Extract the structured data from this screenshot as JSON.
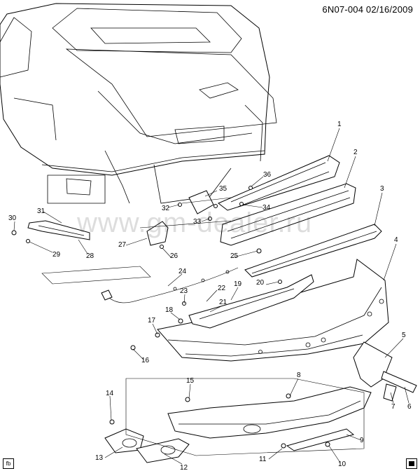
{
  "header": {
    "code": "6N07-004 02/16/2009"
  },
  "watermark": "www.gm-dealer.ru",
  "corner_left_icon": "fb",
  "callouts": [
    "1",
    "2",
    "3",
    "4",
    "5",
    "6",
    "7",
    "8",
    "9",
    "10",
    "11",
    "12",
    "13",
    "14",
    "15",
    "16",
    "17",
    "18",
    "19",
    "20",
    "21",
    "22",
    "23",
    "24",
    "25",
    "26",
    "27",
    "28",
    "29",
    "30",
    "31",
    "32",
    "33",
    "34",
    "35",
    "36"
  ]
}
